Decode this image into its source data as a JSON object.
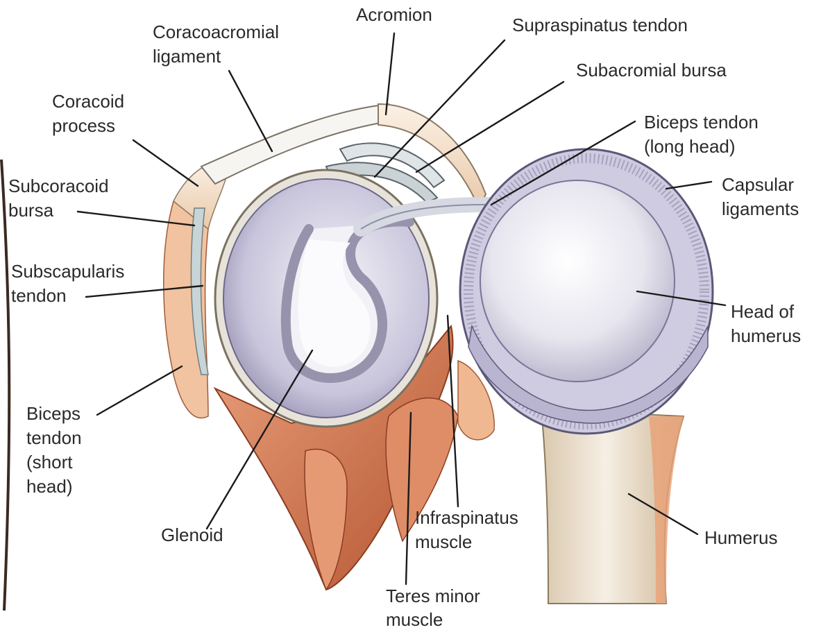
{
  "labels": {
    "acromion": [
      "Acromion"
    ],
    "coracoacromial_ligament": [
      "Coracoacromial",
      "ligament"
    ],
    "supraspinatus_tendon": [
      "Supraspinatus tendon"
    ],
    "subacromial_bursa": [
      "Subacromial bursa"
    ],
    "coracoid_process": [
      "Coracoid",
      "process"
    ],
    "biceps_tendon_long": [
      "Biceps tendon",
      "(long head)"
    ],
    "subcoracoid_bursa": [
      "Subcoracoid",
      "bursa"
    ],
    "capsular_ligaments": [
      "Capsular",
      "ligaments"
    ],
    "subscapularis_tendon": [
      "Subscapularis",
      "tendon"
    ],
    "head_of_humerus": [
      "Head of",
      "humerus"
    ],
    "biceps_tendon_short": [
      "Biceps",
      "tendon",
      "(short",
      "head)"
    ],
    "glenoid": [
      "Glenoid"
    ],
    "infraspinatus_muscle": [
      "Infraspinatus",
      "muscle"
    ],
    "humerus": [
      "Humerus"
    ],
    "teres_minor_muscle": [
      "Teres minor",
      "muscle"
    ]
  },
  "colors": {
    "muscle": "#d9835e",
    "muscle_dark": "#b85a38",
    "tendon": "#f2dcc8",
    "cartilage": "#c9c6dc",
    "cartilage_dark": "#7d7898",
    "bone": "#efe6d8",
    "leader": "#1a1a1a"
  }
}
